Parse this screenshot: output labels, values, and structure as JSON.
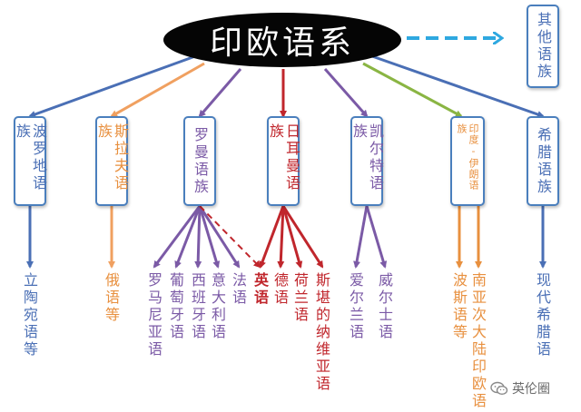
{
  "root": {
    "label": "印欧语系"
  },
  "other": {
    "label": "其他语族"
  },
  "families": [
    {
      "id": "baltic",
      "label": "波罗地语族"
    },
    {
      "id": "slavic",
      "label": "斯拉夫语族"
    },
    {
      "id": "romance",
      "label": "罗曼语族"
    },
    {
      "id": "germanic",
      "label": "日耳曼语族"
    },
    {
      "id": "celtic",
      "label": "凯尔特语族"
    },
    {
      "id": "indo_iranian",
      "label": "印度-伊朗语族"
    },
    {
      "id": "hellenic",
      "label": "希腊语族"
    }
  ],
  "languages": {
    "lithuanian": "立陶宛语等",
    "russian": "俄语等",
    "romanian": "罗马尼亚语",
    "portuguese": "葡萄牙语",
    "spanish": "西班牙语",
    "italian": "意大利语",
    "french": "法语",
    "english": "英语",
    "german": "德语",
    "dutch": "荷兰语",
    "scandinavian": "斯堪的纳维亚语",
    "irish": "爱尔兰语",
    "welsh": "威尔士语",
    "persian": "波斯语等",
    "indic": "南亚次大陆印欧语",
    "greek": "现代希腊语"
  },
  "watermark": {
    "text": "英伦圈"
  },
  "colors": {
    "baltic": "#4a6fb5",
    "slavic": "#f0a060",
    "romance": "#7b5aa6",
    "germanic": "#c0262c",
    "celtic": "#7b5aa6",
    "indo_iranian": "#e8903f",
    "indo_iranian_top": "#8ab543",
    "hellenic": "#4a6fb5",
    "other": "#2ea8e0",
    "box_border": "#4a7fbd"
  }
}
